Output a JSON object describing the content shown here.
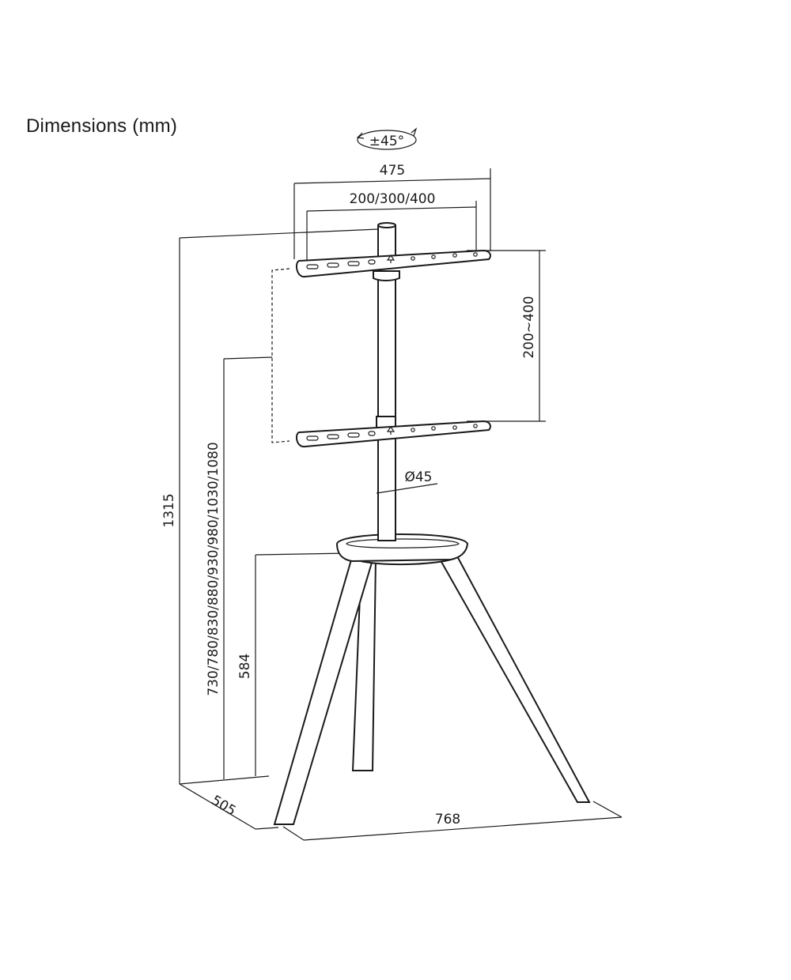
{
  "title": "Dimensions (mm)",
  "dimensions": {
    "rotation": "±45°",
    "bracket_width": "475",
    "vesa_horizontal": "200/300/400",
    "vesa_vertical": "200~400",
    "pole_diameter": "Ø45",
    "total_height": "1315",
    "height_options": "730/780/830/880/930/980/1030/1080",
    "shelf_height": "584",
    "depth": "505",
    "width": "768"
  },
  "colors": {
    "line": "#1a1a1a",
    "background": "#ffffff"
  }
}
